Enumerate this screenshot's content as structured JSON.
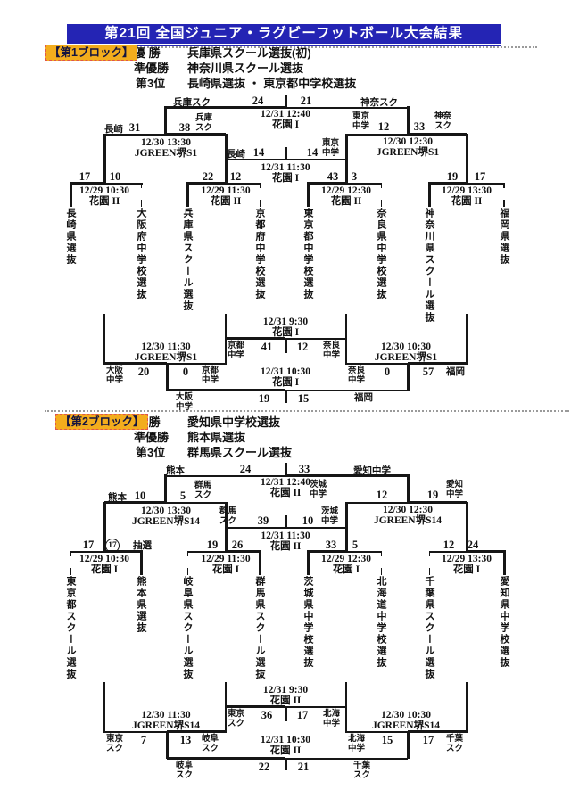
{
  "title": "第21回 全国ジュニア・ラグビーフットボール大会結果",
  "b1": {
    "label": "【第1ブロック】",
    "results": [
      {
        "k": "優 勝",
        "v": "兵庫県スクール選抜(初)"
      },
      {
        "k": "準優勝",
        "v": "神奈川県スクール選抜"
      },
      {
        "k": "第3位",
        "v": "長崎県選抜 ・ 東京都中学校選抜"
      }
    ],
    "final": {
      "ll": "兵庫スク",
      "ls": "24",
      "rs": "21",
      "rl": "神奈スク",
      "d": "12/31 12:40",
      "v": "花園 I"
    },
    "sf1": {
      "ll": "長崎",
      "ls": "31",
      "rs": "38",
      "rl1": "兵庫",
      "rl2": "スク",
      "d": "12/30 13:30",
      "v": "JGREEN堺S1"
    },
    "sf2": {
      "ll1": "東京",
      "ll2": "中学",
      "ls": "12",
      "rs": "33",
      "rl1": "神奈",
      "rl2": "スク",
      "d": "12/30 12:30",
      "v": "JGREEN堺S1"
    },
    "third": {
      "ll": "長崎",
      "ls": "14",
      "rs": "14",
      "rl1": "東京",
      "rl2": "中学",
      "d": "12/31 11:30",
      "v": "花園 I"
    },
    "qf1": {
      "ls": "17",
      "rs": "10",
      "d": "12/29 10:30",
      "v": "花園 II"
    },
    "qf2": {
      "ls": "22",
      "rs": "12",
      "d": "12/29 11:30",
      "v": "花園 II"
    },
    "qf3": {
      "ls": "43",
      "rs": "3",
      "d": "12/29 12:30",
      "v": "花園 II"
    },
    "qf4": {
      "ls": "19",
      "rs": "17",
      "d": "12/29 13:30",
      "v": "花園 II"
    },
    "teams": [
      "長崎県選抜",
      "大阪府中学校選抜",
      "兵庫県スクール選抜",
      "京都府中学校選抜",
      "東京都中学校選抜",
      "奈良県中学校選抜",
      "神奈川県スクール選抜",
      "福岡県選抜"
    ],
    "lb1": {
      "ll1": "大阪",
      "ll2": "中学",
      "ls": "20",
      "rs": "0",
      "rl1": "京都",
      "rl2": "中学",
      "d": "12/30 11:30",
      "v": "JGREEN堺S1"
    },
    "lb2": {
      "ll1": "奈良",
      "ll2": "中学",
      "ls": "0",
      "rs": "57",
      "rl": "福岡",
      "d": "12/30 10:30",
      "v": "JGREEN堺S1"
    },
    "p7": {
      "ll1": "京都",
      "ll2": "中学",
      "ls": "41",
      "rs": "12",
      "rl1": "奈良",
      "rl2": "中学",
      "d": "12/31 9:30",
      "v": "花園 I"
    },
    "p5": {
      "ll1": "大阪",
      "ll2": "中学",
      "ls": "19",
      "rs": "15",
      "rl": "福岡",
      "d": "12/31 10:30",
      "v": "花園 I"
    }
  },
  "b2": {
    "label": "【第2ブロック】",
    "results": [
      {
        "k": "優 勝",
        "v": "愛知県中学校選抜"
      },
      {
        "k": "準優勝",
        "v": "熊本県選抜"
      },
      {
        "k": "第3位",
        "v": "群馬県スクール選抜"
      }
    ],
    "final": {
      "ll": "熊本",
      "ls": "24",
      "rs": "33",
      "rl": "愛知中学",
      "d": "12/31 12:40",
      "v": "花園 II"
    },
    "sf1": {
      "ll": "熊本",
      "ls": "10",
      "rs": "5",
      "rl1": "群馬",
      "rl2": "スク",
      "d": "12/30 13:30",
      "v": "JGREEN堺S14"
    },
    "sf2": {
      "ll1": "茨城",
      "ll2": "中学",
      "ls": "12",
      "rs": "19",
      "rl1": "愛知",
      "rl2": "中学",
      "d": "12/30 12:30",
      "v": "JGREEN堺S14"
    },
    "third": {
      "ll1": "群馬",
      "ll2": "スク",
      "ls": "39",
      "rs": "10",
      "rl1": "茨城",
      "rl2": "中学",
      "d": "12/31 11:30",
      "v": "花園 II"
    },
    "qf1": {
      "ls": "17",
      "rs": "17",
      "note": "抽選",
      "d": "12/29 10:30",
      "v": "花園 I"
    },
    "qf2": {
      "ls": "19",
      "rs": "26",
      "d": "12/29 11:30",
      "v": "花園 I"
    },
    "qf3": {
      "ls": "33",
      "rs": "5",
      "d": "12/29 12:30",
      "v": "花園 I"
    },
    "qf4": {
      "ls": "12",
      "rs": "24",
      "d": "12/29 13:30",
      "v": "花園 I"
    },
    "teams": [
      "東京都スクール選抜",
      "熊本県選抜",
      "岐阜県スクール選抜",
      "群馬県スクール選抜",
      "茨城県中学校選抜",
      "北海道中学校選抜",
      "千葉県スクール選抜",
      "愛知県中学校選抜"
    ],
    "lb1": {
      "ll1": "東京",
      "ll2": "スク",
      "ls": "7",
      "rs": "13",
      "rl1": "岐阜",
      "rl2": "スク",
      "d": "12/30 11:30",
      "v": "JGREEN堺S14"
    },
    "lb2": {
      "ll1": "北海",
      "ll2": "中学",
      "ls": "15",
      "rs": "17",
      "rl1": "千葉",
      "rl2": "スク",
      "d": "12/30 10:30",
      "v": "JGREEN堺S14"
    },
    "p7": {
      "ll1": "東京",
      "ll2": "スク",
      "ls": "36",
      "rs": "17",
      "rl1": "北海",
      "rl2": "中学",
      "d": "12/31 9:30",
      "v": "花園 II"
    },
    "p5": {
      "ll1": "岐阜",
      "ll2": "スク",
      "ls": "22",
      "rs": "21",
      "rl1": "千葉",
      "rl2": "スク",
      "d": "12/31 10:30",
      "v": "花園 II"
    }
  }
}
